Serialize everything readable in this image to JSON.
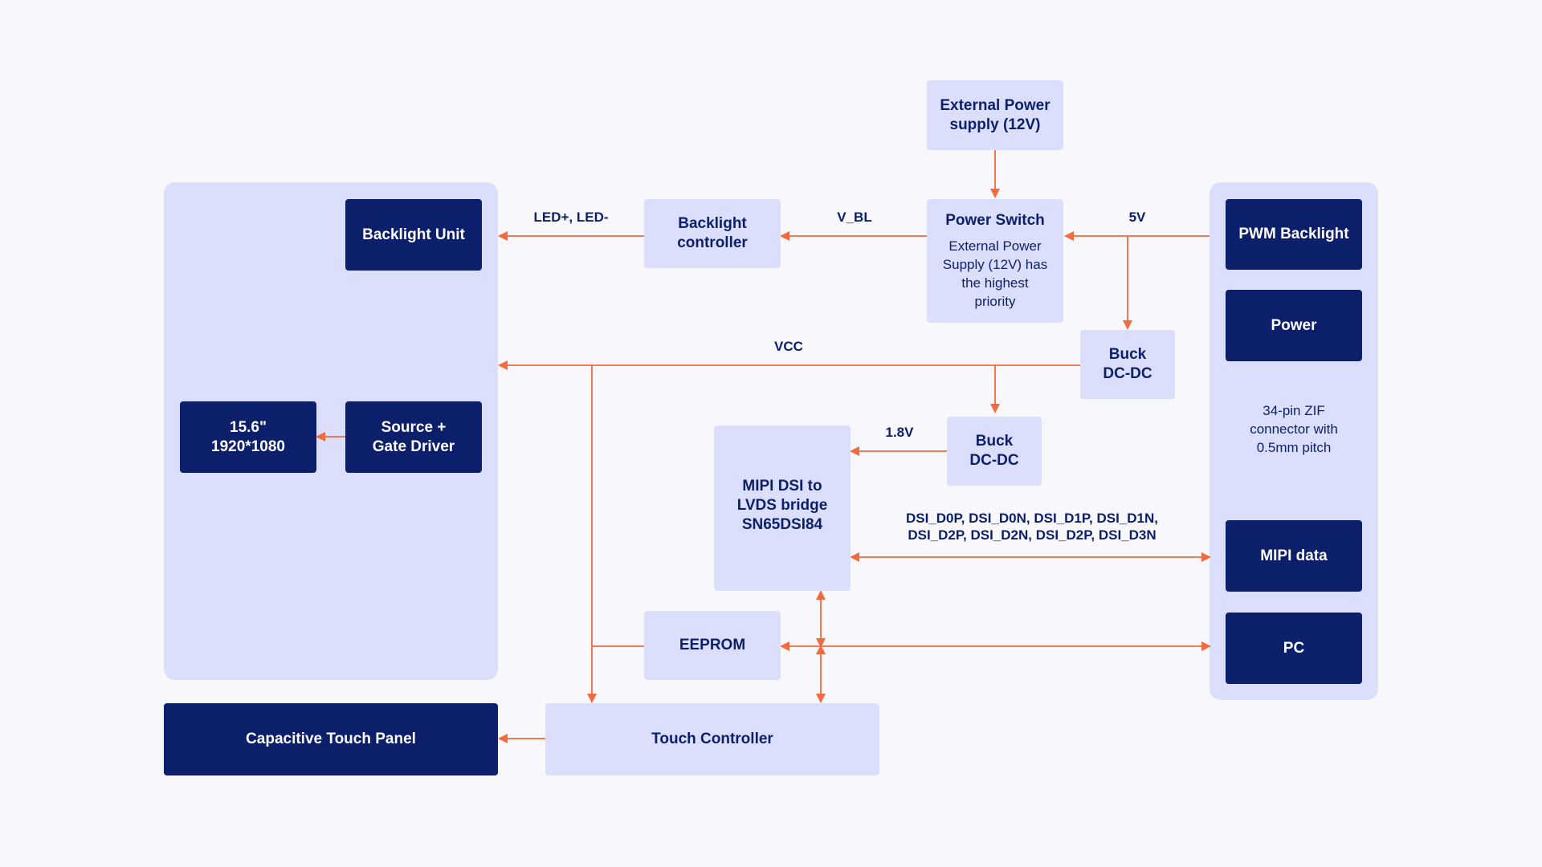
{
  "colors": {
    "panel": "#dbdffc",
    "dark_box": "#0b1f6b",
    "wire": "#f26a3d",
    "text": "#0b1f6b",
    "background": "#f7f7fc"
  },
  "blocks": {
    "ext_power": "External Power\nsupply (12V)",
    "backlight_unit": "Backlight Unit",
    "backlight_controller": "Backlight\ncontroller",
    "power_switch_title": "Power Switch",
    "power_switch_note": "External Power\nSupply (12V) has\nthe highest\npriority",
    "pwm_backlight": "PWM Backlight",
    "power": "Power",
    "connector_note": "34-pin ZIF\nconnector with\n0.5mm pitch",
    "buck_top": "Buck\nDC-DC",
    "buck_mid": "Buck\nDC-DC",
    "display": "15.6\"\n1920*1080",
    "source_gate_driver": "Source +\nGate Driver",
    "mipi_bridge": "MIPI DSI to\nLVDS bridge\nSN65DSI84",
    "mipi_data": "MIPI data",
    "eeprom": "EEPROM",
    "pc": "PC",
    "capacitive_touch_panel": "Capacitive Touch Panel",
    "touch_controller": "Touch Controller"
  },
  "signals": {
    "led": "LED+, LED-",
    "v_bl": "V_BL",
    "v5": "5V",
    "vcc": "VCC",
    "v18": "1.8V",
    "dsi_lanes": "DSI_D0P, DSI_D0N, DSI_D1P, DSI_D1N,\nDSI_D2P, DSI_D2N, DSI_D2P, DSI_D3N"
  }
}
